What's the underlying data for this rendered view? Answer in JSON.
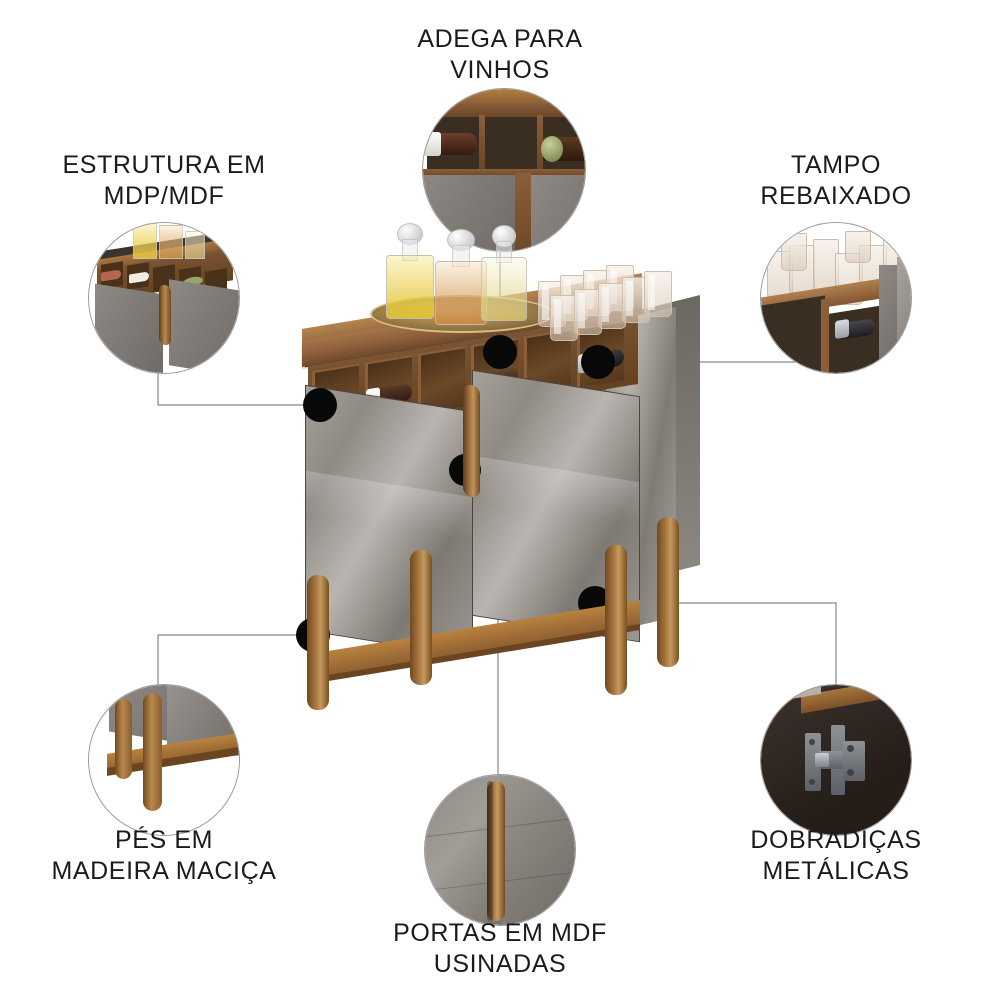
{
  "page": {
    "background": "#ffffff",
    "text_color": "#1b1b1b",
    "accent_dark": "#080808",
    "line_color": "#9a9a9a",
    "wood_color": "#8a5f39",
    "panel_color": "#8f8a84"
  },
  "callouts": [
    {
      "id": "adega-para-vinhos",
      "label": "ADEGA PARA\nVINHOS",
      "position": "top-center",
      "detail": "wine-rack-cubbies-with-bottles"
    },
    {
      "id": "estrutura-em-mdp-mdf",
      "label": "ESTRUTURA EM\nMDP/MDF",
      "position": "top-left",
      "detail": "cabinet-structure-corner"
    },
    {
      "id": "tampo-rebaixado",
      "label": "TAMPO\nREBAIXADO",
      "position": "top-right",
      "detail": "recessed-top-with-glasses"
    },
    {
      "id": "pes-em-madeira-macica",
      "label": "PÉS EM\nMADEIRA MACIÇA",
      "position": "bottom-left",
      "detail": "solid-wood-legs"
    },
    {
      "id": "portas-em-mdf-usinadas",
      "label": "PORTAS EM MDF\nUSINADAS",
      "position": "bottom-center",
      "detail": "machined-mdf-doors-handle"
    },
    {
      "id": "dobradicas-metalicas",
      "label": "DOBRADIÇAS\nMETÁLICAS",
      "position": "bottom-right",
      "detail": "metal-hinge"
    }
  ],
  "product": {
    "name": "adega-bar-cabinet",
    "description": "Buffet bar cabinet with wine rack, two doors and solid wood legs",
    "cubby_count": 6,
    "bottle_caps": [
      "#c98b6e",
      "#e8e4de",
      "#7c7266",
      "#8f9a5a",
      "#9a9aa0",
      "#cfd2d6"
    ],
    "door_count": 2,
    "leg_count": 4,
    "top_items": {
      "decanters": 3,
      "glasses": 9,
      "tray": 1
    }
  }
}
